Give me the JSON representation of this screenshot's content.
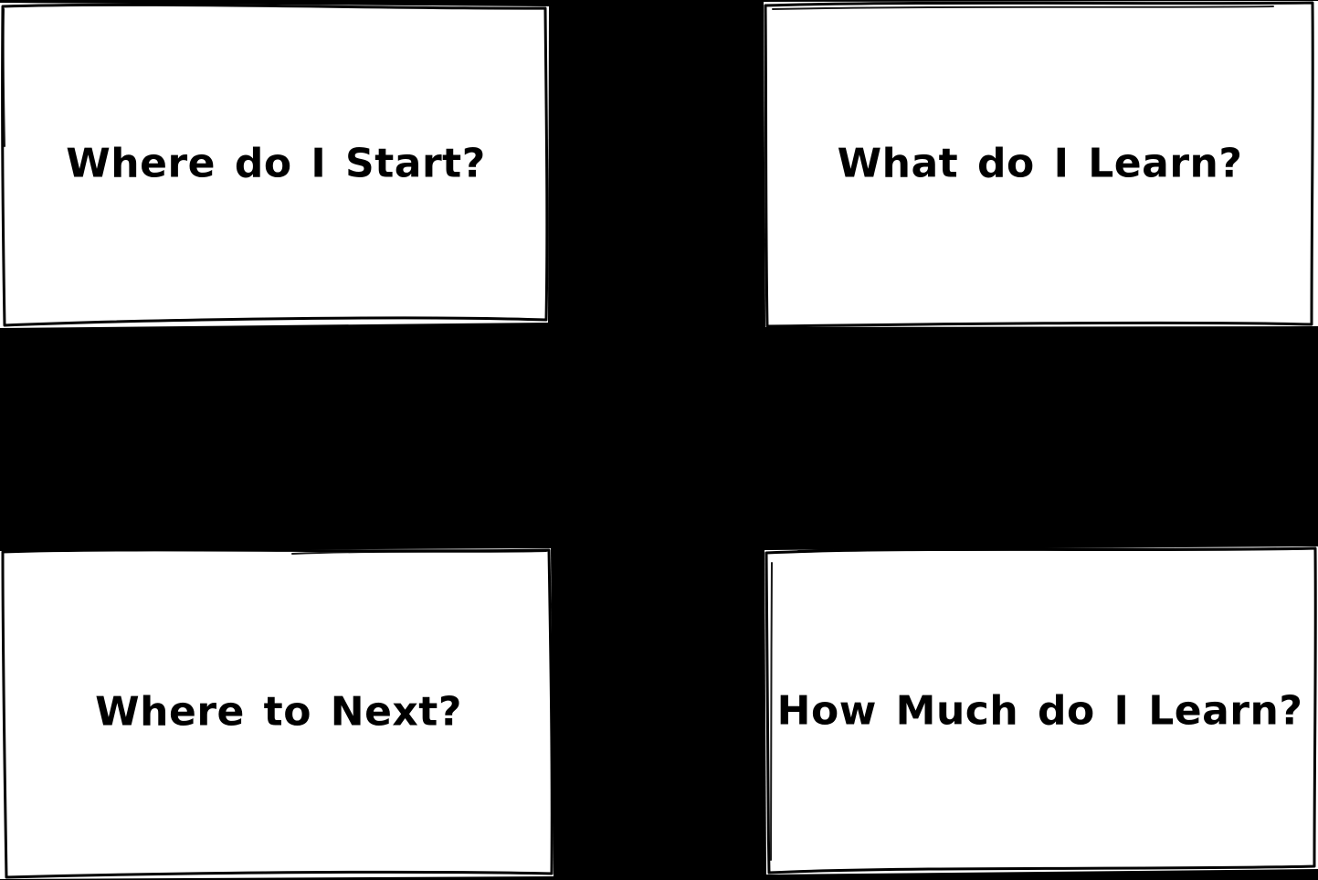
{
  "colors": {
    "background": "#000000",
    "card_background": "#ffffff",
    "card_border": "#000000",
    "text": "#000000"
  },
  "cards": {
    "top_left": {
      "label": "Where do I Start?"
    },
    "top_right": {
      "label": "What do I Learn?"
    },
    "bottom_left": {
      "label": "Where to Next?"
    },
    "bottom_right": {
      "label": "How Much do I Learn?"
    }
  }
}
